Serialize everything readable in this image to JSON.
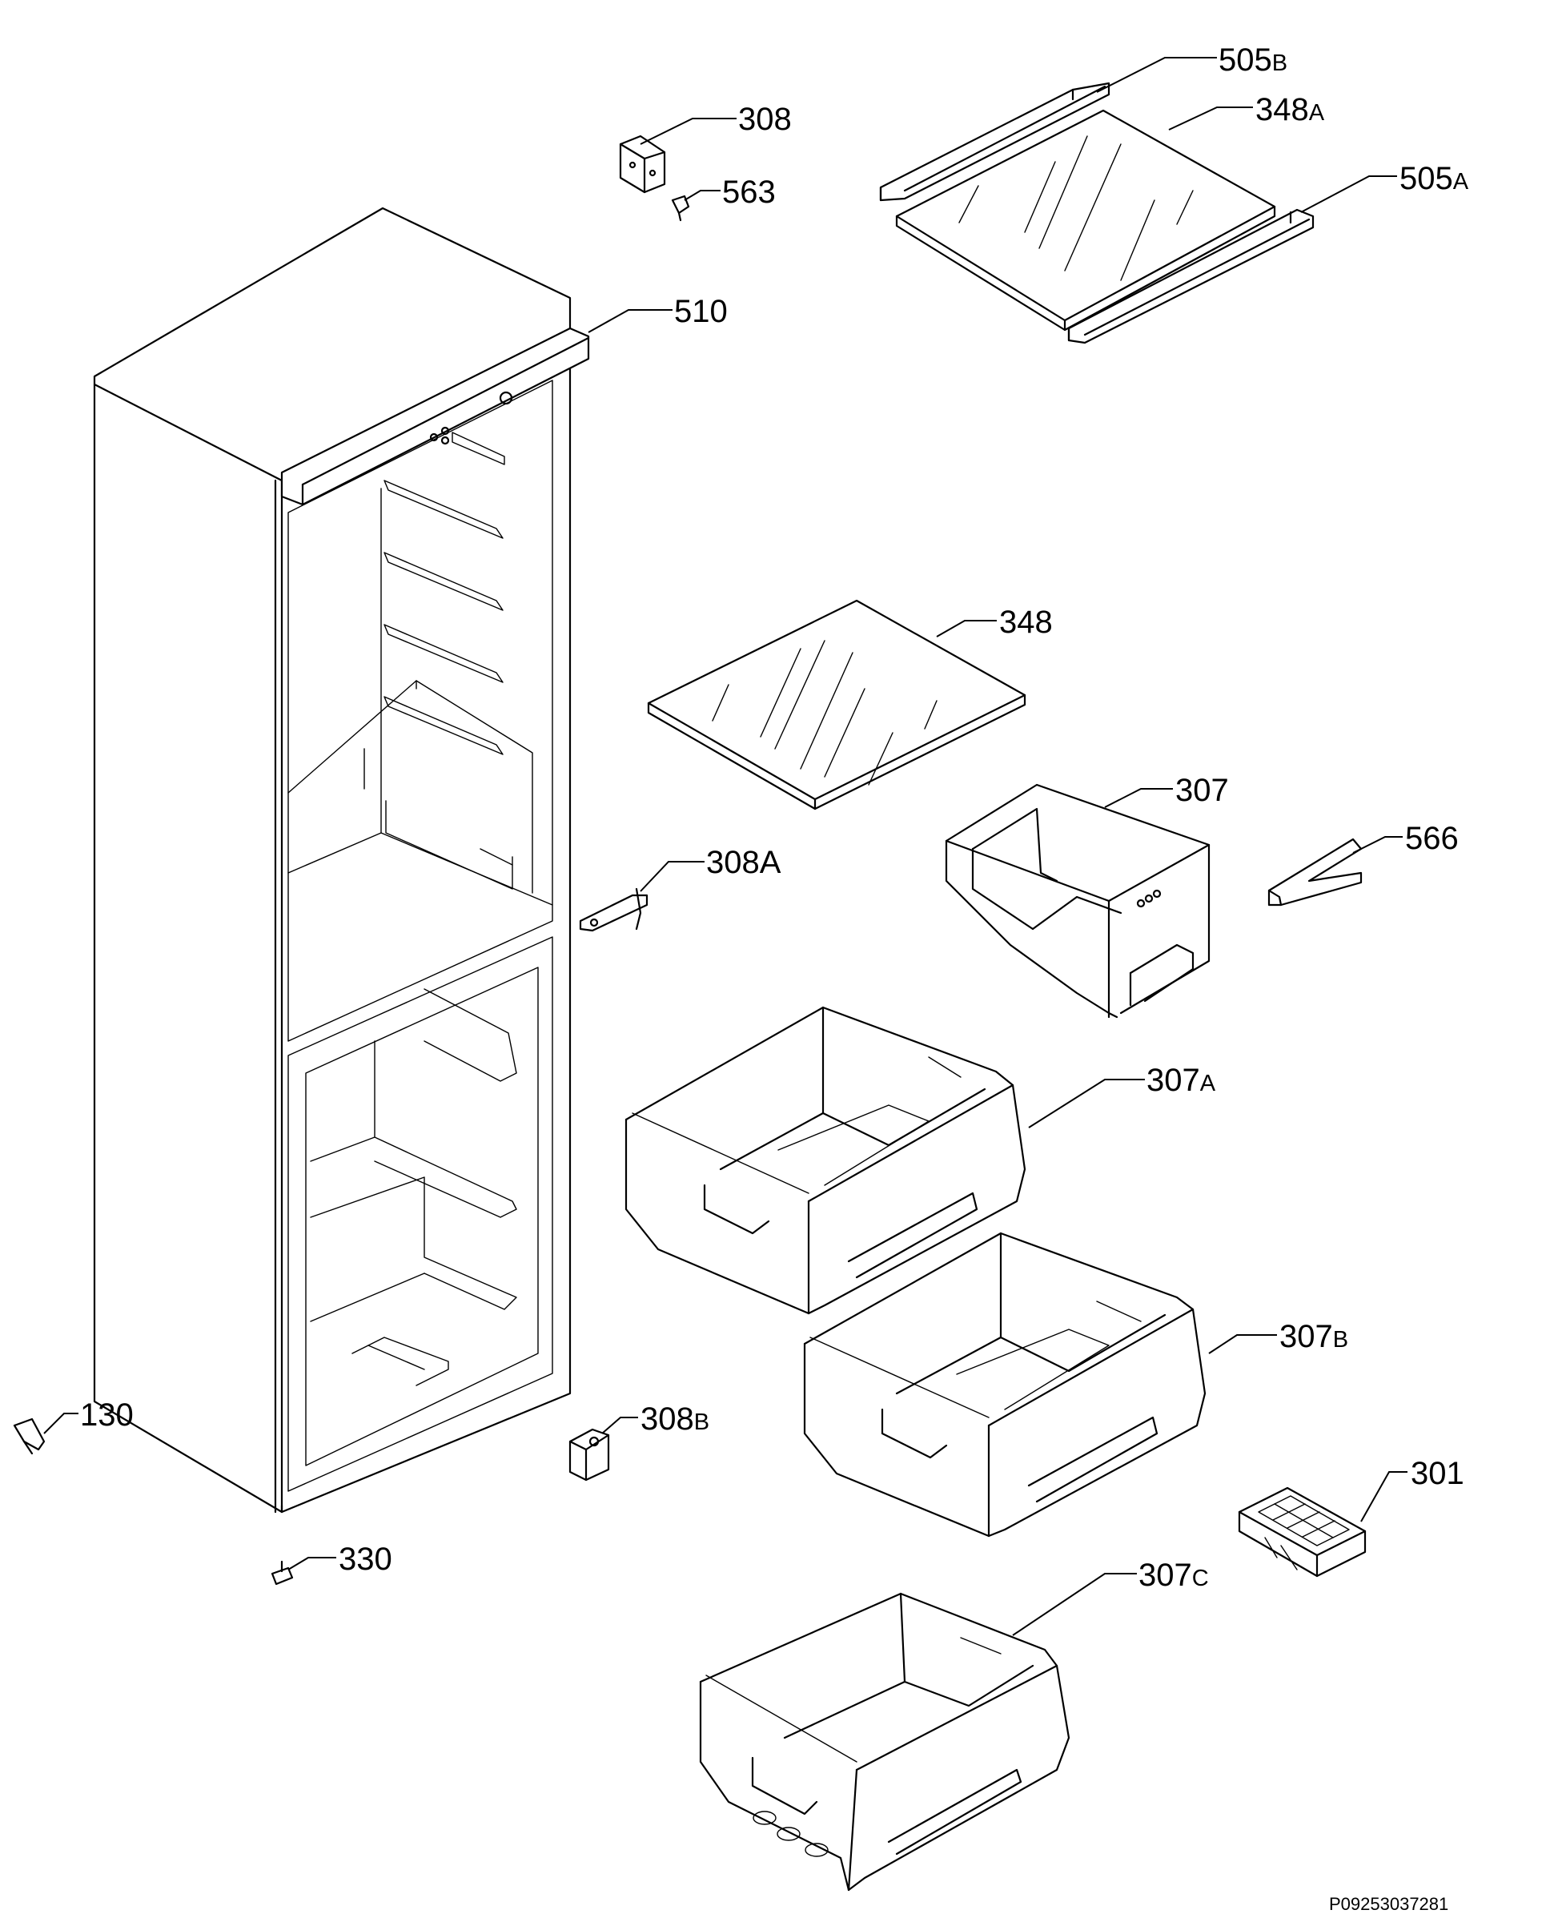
{
  "callouts": {
    "c505b": {
      "num": "505",
      "sub": "B"
    },
    "c348a": {
      "num": "348",
      "sub": "A"
    },
    "c505a": {
      "num": "505",
      "sub": "A"
    },
    "c308": {
      "num": "308",
      "sub": ""
    },
    "c563": {
      "num": "563",
      "sub": ""
    },
    "c510": {
      "num": "510",
      "sub": ""
    },
    "c348": {
      "num": "348",
      "sub": ""
    },
    "c307": {
      "num": "307",
      "sub": ""
    },
    "c566": {
      "num": "566",
      "sub": ""
    },
    "c308a": {
      "num": "308A",
      "sub": ""
    },
    "c307a": {
      "num": "307",
      "sub": "A"
    },
    "c307b": {
      "num": "307",
      "sub": "B"
    },
    "c130": {
      "num": "130",
      "sub": ""
    },
    "c308b": {
      "num": "308",
      "sub": "B"
    },
    "c301": {
      "num": "301",
      "sub": ""
    },
    "c330": {
      "num": "330",
      "sub": ""
    },
    "c307c": {
      "num": "307",
      "sub": "C"
    }
  },
  "drawing_code": "P09253037281",
  "colors": {
    "line": "#000000",
    "background": "#ffffff"
  }
}
